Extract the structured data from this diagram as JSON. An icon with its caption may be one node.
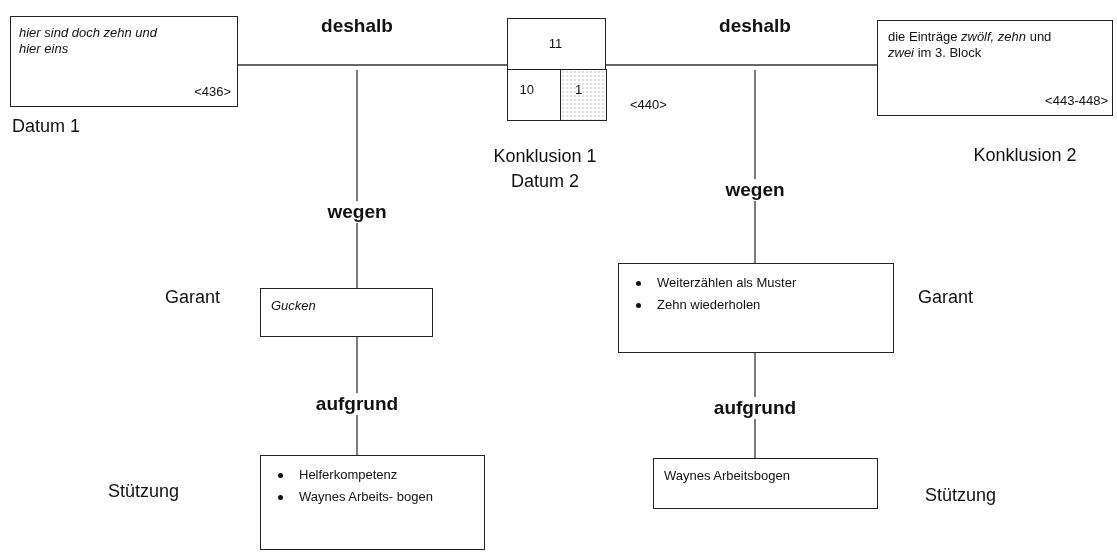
{
  "diagram": {
    "nodes": [
      {
        "text": [
          "hier sind doch zehn und hier eins",
          "<436>"
        ],
        "beside": [
          "Datum 1"
        ]
      },
      {
        "text": [],
        "shape": "box",
        "beside": [
          "<440>",
          "Konklusion 1",
          "Datum 2"
        ]
      },
      {
        "text": [
          "11"
        ],
        "in": 1
      },
      {
        "text": [
          "10"
        ],
        "in": 1
      },
      {
        "text": [
          "1"
        ],
        "in": 1
      },
      {
        "text": [
          "die Einträge *zwölf, zehn* und *zwei* im 3. Block",
          "<443-448>"
        ],
        "beside": [
          "Konklusion 2"
        ]
      },
      {
        "text": [
          "Gucken"
        ]
      },
      {
        "text": [
          "Weiterzählen als Muster",
          "Zehn wiederholen"
        ]
      },
      {
        "text": [
          "Helferkompetenz",
          "Waynes Arbeits- bogen"
        ]
      },
      {
        "text": [
          "Waynes Arbeitsbogen"
        ]
      }
    ],
    "labels": [
      "Garant",
      "Garant",
      "Stützung",
      "Stützung"
    ],
    "edges": [
      {
        "from": 0,
        "to": 1,
        "arrow": "none",
        "label": "deshalb"
      },
      {
        "from": 1,
        "to": 5,
        "arrow": "none",
        "label": "deshalb"
      },
      {
        "from": null,
        "to": 6,
        "arrow": "none",
        "label": "wegen"
      },
      {
        "from": null,
        "to": 7,
        "arrow": "none",
        "label": "wegen"
      },
      {
        "from": 6,
        "to": 8,
        "arrow": "none",
        "label": "aufgrund"
      },
      {
        "from": 7,
        "to": 9,
        "arrow": "none",
        "label": "aufgrund"
      }
    ]
  }
}
